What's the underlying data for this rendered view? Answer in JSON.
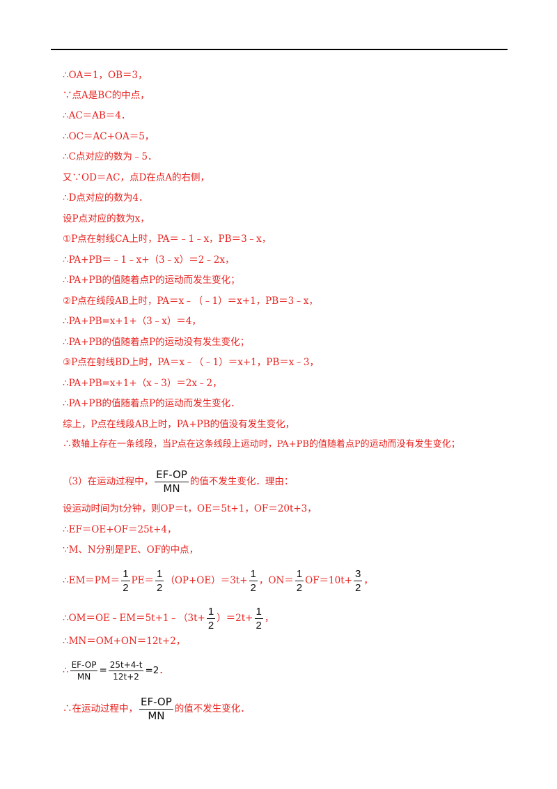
{
  "lines": [
    "∴OA＝1，OB＝3，",
    "∵点A是BC的中点，",
    "∴AC＝AB＝4．",
    "∴OC＝AC+OA＝5，",
    "∴C点对应的数为﹣5．",
    "又∵OD＝AC，点D在点A的右侧，",
    "∴D点对应的数为4．",
    "设P点对应的数为x，",
    "①P点在射线CA上时，PA＝﹣1﹣x，PB＝3﹣x，",
    "∴PA+PB＝﹣1﹣x+（3﹣x）＝2﹣2x，",
    "∴PA+PB的值随着点P的运动而发生变化；",
    "②P点在线段AB上时，PA＝x﹣（﹣1）＝x+1，PB＝3﹣x，",
    "∴PA+PB=x+1+（3﹣x）＝4，",
    "∴PA+PB的值随着点P的运动没有发生变化；",
    "③P点在射线BD上时，PA＝x﹣（﹣1）＝x+1，PB＝x﹣3，",
    "∴PA+PB=x+1+（x﹣3）＝2x﹣2，",
    "∴PA+PB的值随着点P的运动而发生变化．",
    "综上，P点在线段AB上时，PA+PB的值没有发生变化，",
    "∴数轴上存在一条线段，当P点在这条线段上运动时，PA+PB的值随着点P的运动而没有发生变化；"
  ],
  "part3": {
    "prefix": "（3）在运动过程中，",
    "suffix": "的值不发生变化．理由：",
    "frac_num": "EF-OP",
    "frac_den": "MN"
  },
  "lines2": [
    "设运动时间为t分钟，则OP＝t，OE＝5t+1，OF＝20t+3，",
    "∴EF＝OE+OF＝25t+4，",
    "∵M、N分别是PE、OF的中点，"
  ],
  "em_line": {
    "p1": "∴EM＝PM＝",
    "p2": "PE＝",
    "p3": "（OP+OE）＝3t+",
    "p4": "，ON＝",
    "p5": "OF＝10t+",
    "p6": "，",
    "half_num": "1",
    "half_den": "2",
    "three_num": "3"
  },
  "om_line": {
    "p1": "∴OM＝OE﹣EM＝5t+1﹣（3t+",
    "p2": "）＝2t+",
    "p3": "，"
  },
  "mn_line": "∴MN＝OM+ON＝12t+2，",
  "calc_line": {
    "p1": "∴",
    "num2": "25t+4-t",
    "den2": "12t+2",
    "eq": "=2",
    "end": "．"
  },
  "final_line": {
    "p1": "∴在运动过程中，",
    "p2": "的值不发生变化．"
  },
  "colors": {
    "accent": "#e8211e",
    "text": "#111111",
    "rule": "#000000"
  }
}
